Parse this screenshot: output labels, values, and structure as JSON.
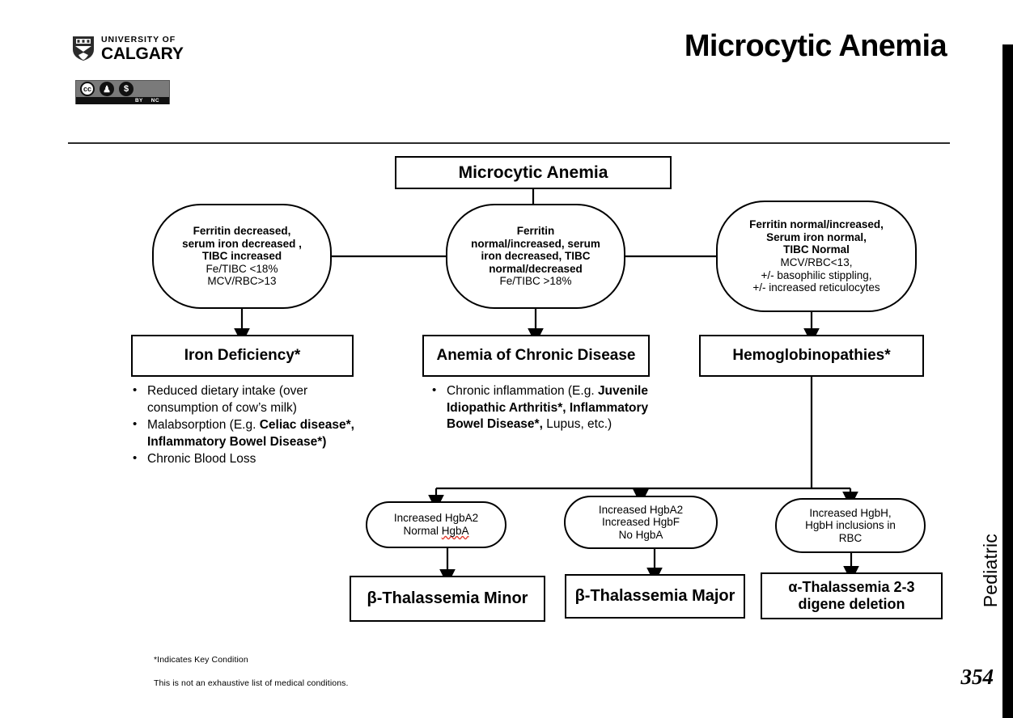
{
  "header": {
    "university_small": "UNIVERSITY OF",
    "university_big": "CALGARY",
    "license": {
      "cc": "cc",
      "by_glyph": "i",
      "nc_glyph": "$",
      "by_label": "BY",
      "nc_label": "NC"
    },
    "title": "Microcytic Anemia"
  },
  "sidebar": {
    "section": "Pediatric",
    "page_number": "354"
  },
  "chart_data": {
    "type": "flowchart",
    "title": "Microcytic Anemia",
    "nodes": {
      "root": {
        "label": "Microcytic Anemia",
        "shape": "rect"
      },
      "criteria_left": {
        "shape": "oval",
        "lines": [
          {
            "text": "Ferritin decreased,",
            "bold": true
          },
          {
            "text": "serum iron decreased ,",
            "bold": true
          },
          {
            "text": "TIBC increased",
            "bold": true
          },
          {
            "text": "Fe/TIBC <18%",
            "bold": false
          },
          {
            "text": "MCV/RBC>13",
            "bold": false
          }
        ]
      },
      "criteria_center": {
        "shape": "oval",
        "lines": [
          {
            "text": "Ferritin",
            "bold": true
          },
          {
            "text": "normal/increased, serum",
            "bold": true
          },
          {
            "text": "iron decreased, TIBC",
            "bold": true
          },
          {
            "text": "normal/decreased",
            "bold": true
          },
          {
            "text": "Fe/TIBC >18%",
            "bold": false
          }
        ]
      },
      "criteria_right": {
        "shape": "oval",
        "lines": [
          {
            "text": "Ferritin normal/increased,",
            "bold": true
          },
          {
            "text": "Serum iron normal,",
            "bold": true
          },
          {
            "text": "TIBC Normal",
            "bold": true
          },
          {
            "text": "MCV/RBC<13,",
            "bold": false
          },
          {
            "text": "+/- basophilic stippling,",
            "bold": false
          },
          {
            "text": "+/- increased reticulocytes",
            "bold": false
          }
        ]
      },
      "dx_iron_deficiency": {
        "label": "Iron Deficiency*",
        "shape": "rect"
      },
      "dx_chronic_disease": {
        "label": "Anemia of Chronic Disease",
        "shape": "rect"
      },
      "dx_hemoglobinopathies": {
        "label": "Hemoglobinopathies*",
        "shape": "rect"
      },
      "hgb_beta_minor": {
        "shape": "oval",
        "lines": [
          {
            "text": "Increased HgbA2",
            "misspelled": false
          },
          {
            "text": "Normal HgbA",
            "misspelled": true
          }
        ]
      },
      "hgb_beta_major": {
        "shape": "oval",
        "lines": [
          {
            "text": "Increased HgbA2",
            "misspelled": false
          },
          {
            "text": "Increased HgbF",
            "misspelled": false
          },
          {
            "text": "No HgbA",
            "misspelled": false
          }
        ]
      },
      "hgb_alpha": {
        "shape": "oval",
        "lines": [
          {
            "text": "Increased HgbH,",
            "misspelled": false
          },
          {
            "text": "HgbH inclusions in",
            "misspelled": false
          },
          {
            "text": "RBC",
            "misspelled": false
          }
        ]
      },
      "final_beta_minor": {
        "label": "β-Thalassemia Minor",
        "shape": "rect"
      },
      "final_beta_major": {
        "label": "β-Thalassemia Major",
        "shape": "rect"
      },
      "final_alpha": {
        "lines": [
          "α-Thalassemia 2-3",
          "digene deletion"
        ],
        "shape": "rect"
      }
    },
    "edges": [
      {
        "from": "root",
        "to": "criteria_center",
        "arrow": false
      },
      {
        "from": "criteria_left",
        "to": "criteria_center",
        "arrow": false
      },
      {
        "from": "criteria_center",
        "to": "criteria_right",
        "arrow": false
      },
      {
        "from": "criteria_left",
        "to": "dx_iron_deficiency",
        "arrow": true
      },
      {
        "from": "criteria_center",
        "to": "dx_chronic_disease",
        "arrow": true
      },
      {
        "from": "criteria_right",
        "to": "dx_hemoglobinopathies",
        "arrow": true
      },
      {
        "from": "dx_hemoglobinopathies",
        "to": "hgb_beta_minor",
        "arrow": true
      },
      {
        "from": "dx_hemoglobinopathies",
        "to": "hgb_beta_major",
        "arrow": true
      },
      {
        "from": "dx_hemoglobinopathies",
        "to": "hgb_alpha",
        "arrow": true
      },
      {
        "from": "hgb_beta_minor",
        "to": "final_beta_minor",
        "arrow": true
      },
      {
        "from": "hgb_beta_major",
        "to": "final_beta_major",
        "arrow": true
      },
      {
        "from": "hgb_alpha",
        "to": "final_alpha",
        "arrow": true
      }
    ]
  },
  "bullets_iron_deficiency": [
    [
      {
        "text": "Reduced dietary intake (over consumption of cow’s milk)",
        "bold": false
      }
    ],
    [
      {
        "text": "Malabsorption (E.g. ",
        "bold": false
      },
      {
        "text": "Celiac disease*, Inflammatory Bowel Disease*)",
        "bold": true
      }
    ],
    [
      {
        "text": "Chronic Blood Loss",
        "bold": false
      }
    ]
  ],
  "bullets_chronic_disease": [
    [
      {
        "text": "Chronic inflammation (E.g. ",
        "bold": false
      },
      {
        "text": "Juvenile Idiopathic Arthritis*, Inflammatory Bowel Disease*,",
        "bold": true
      },
      {
        "text": " Lupus, etc.)",
        "bold": false
      }
    ]
  ],
  "footnotes": {
    "key": "*Indicates Key Condition",
    "disclaimer": "This is not an exhaustive list of medical conditions."
  }
}
